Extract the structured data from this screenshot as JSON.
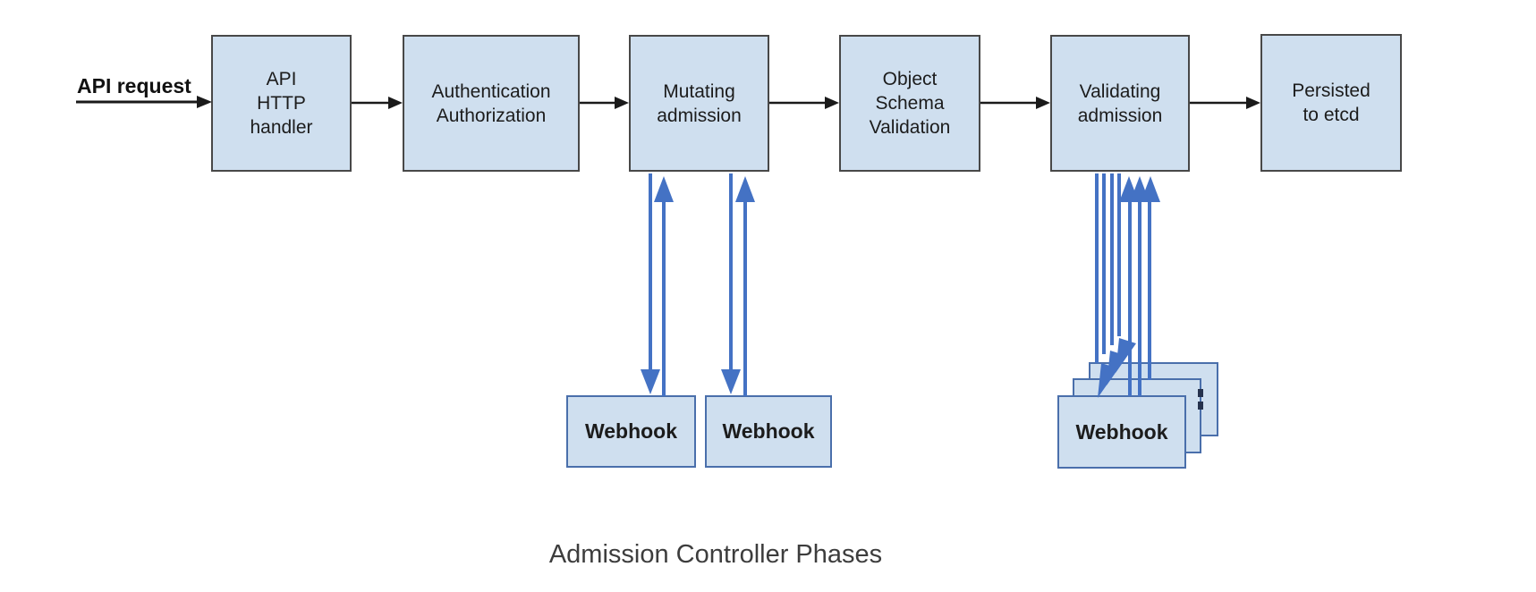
{
  "diagram": {
    "caption": "Admission Controller Phases",
    "request_label": "API request",
    "phases": [
      {
        "label": "API\nHTTP\nhandler"
      },
      {
        "label": "Authentication\nAuthorization"
      },
      {
        "label": "Mutating\nadmission"
      },
      {
        "label": "Object\nSchema\nValidation"
      },
      {
        "label": "Validating\nadmission"
      },
      {
        "label": "Persisted\nto etcd"
      }
    ],
    "webhooks": {
      "mutating": [
        {
          "label": "Webhook"
        },
        {
          "label": "Webhook"
        }
      ],
      "validating": {
        "label": "Webhook",
        "stack_count": 3
      }
    },
    "colors": {
      "box_fill": "#cfdfef",
      "box_border": "#484848",
      "webhook_border": "#4a6fab",
      "arrow_black": "#1a1a1a",
      "arrow_blue": "#4472c4",
      "text_color": "#1c1c1c",
      "caption_color": "#3d3d3d"
    }
  }
}
